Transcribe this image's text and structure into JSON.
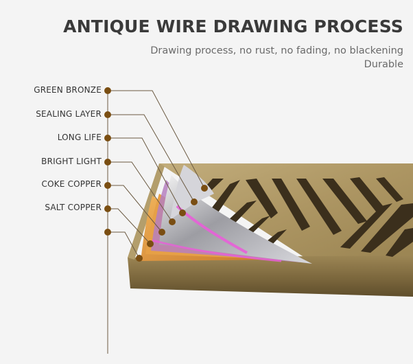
{
  "header": {
    "title": "ANTIQUE WIRE DRAWING PROCESS",
    "subtitle_line1": "Drawing process, no rust, no fading, no blackening",
    "subtitle_line2": "Durable"
  },
  "layers": [
    {
      "label": "GREEN BRONZE"
    },
    {
      "label": "SEALING LAYER"
    },
    {
      "label": "LONG LIFE"
    },
    {
      "label": "BRIGHT LIGHT"
    },
    {
      "label": "COKE COPPER"
    },
    {
      "label": "SALT COPPER"
    }
  ],
  "colors": {
    "bronze": "#a8925e",
    "dot": "#7a4e12",
    "leader": "#6b5a42",
    "text": "#3a3a3a"
  }
}
